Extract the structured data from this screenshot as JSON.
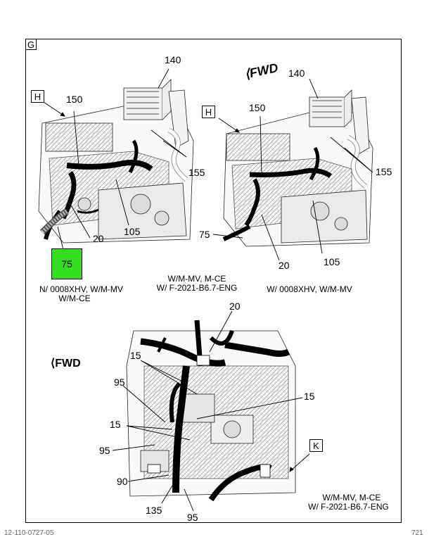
{
  "panel": {
    "view_label": "G",
    "fwd_text": "FWD"
  },
  "view_left": {
    "detail_ref": "H",
    "callouts": [
      "140",
      "150",
      "155",
      "105",
      "20",
      "75"
    ],
    "highlight": "75",
    "caption_line1": "N/ 0008XHV, W/M-MV",
    "caption_line2": "W/M-CE"
  },
  "view_right": {
    "detail_ref": "H",
    "callouts": [
      "140",
      "150",
      "155",
      "75",
      "20",
      "105"
    ],
    "caption": "W/ 0008XHV, W/M-MV"
  },
  "middle_caption": {
    "line1": "W/M-MV, M-CE",
    "line2": "W/ F-2021-B6.7-ENG"
  },
  "view_bottom": {
    "detail_ref": "K",
    "callouts": [
      "20",
      "15",
      "95",
      "15",
      "15",
      "95",
      "90",
      "135",
      "95"
    ],
    "caption_line1": "W/M-MV, M-CE",
    "caption_line2": "W/ F-2021-B6.7-ENG"
  },
  "footer": {
    "left": "12-110-0727-05",
    "right": "721"
  },
  "colors": {
    "highlight": "#33dd22",
    "lines": "#000000"
  }
}
